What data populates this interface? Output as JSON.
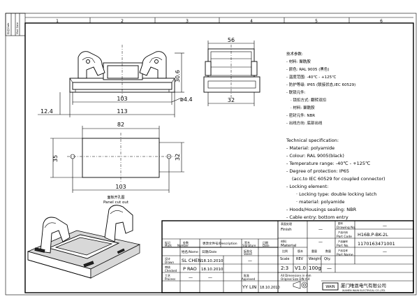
{
  "border": {
    "top_numbers": [
      "1",
      "2",
      "3",
      "4",
      "5",
      "6"
    ],
    "corner_labels": [
      "标记/Dafe",
      "Mod Date"
    ]
  },
  "dimensions": {
    "top_width_56": "56",
    "height_30_6": "30.6",
    "width_103_top": "103",
    "hole_4_4": "ø4.4",
    "width_113": "113",
    "offset_12_4": "12.4",
    "depth_32_top": "32",
    "cutout_82": "82",
    "cutout_35": "35",
    "cutout_32": "32",
    "cutout_103": "103",
    "panel_cutout_cn": "面板开孔图",
    "panel_cutout_en": "Panel cut out"
  },
  "specs_cn": [
    "技术参数:",
    "- 材料: 聚酰胺",
    "- 颜色: RAL 9005 (黑色)",
    "- 温度范围: -40℃ - +125℃",
    "- 防护等级: IP65 (联接状态,IEC 60529)",
    "- 联锁元件:",
    "· 锁扣方式: 翻转双扣",
    "· 材料: 聚酰胺",
    "- 密封元件: NBR",
    "- 出线方向: 底部出线"
  ],
  "specs_en": [
    "Technical specification:",
    "- Material: polyamide",
    "- Colour: RAL 9005(black)",
    "- Temperature range: -40℃ - +125℃",
    "- Degree of protection: IP65",
    "(acc.to IEC 60529 for coupled connector)",
    "- Locking element:",
    "· Locking type: double locking latch",
    "· material: polyamide",
    "- Hoods/Housings sealing: NBR",
    "- Cable entry: bottom entry"
  ],
  "title_block": {
    "mark_cn": "标记",
    "mark_en": "Mark",
    "qty_cn": "处数",
    "qty_en": "Number",
    "change_doc": "更改文件号/Description",
    "sign_cn": "签名",
    "sign_en": "Signature",
    "date_cn": "日期",
    "date_en": "Date",
    "name_label": "姓名/Name",
    "date_label": "日期/Date",
    "drawn_cn": "设计",
    "drawn_en": "Drawn",
    "drawn_name": "SL CHEN",
    "drawn_date": "18.10.2010",
    "checked_cn": "审核",
    "checked_en": "Checked",
    "checked_name": "P RAO",
    "checked_date": "18.10.2010",
    "process_cn": "工艺",
    "process_en": "Process",
    "process_name": "—",
    "process_date": "—",
    "std_cn": "标准化",
    "std_en": "Stand",
    "std_value": "—",
    "approved_cn": "批准",
    "approved_en": "Approved",
    "approved_name": "YY LIN",
    "approved_date": "18.10.2010",
    "finish_cn": "表面处理",
    "finish_en": "Finish",
    "finish_value": "—",
    "material_cn": "材料",
    "material_en": "Material",
    "material_value": "—",
    "scale_cn": "比例",
    "scale_en": "Scale",
    "scale_value": "2:3",
    "rev_cn": "版本",
    "rev_en": "REV",
    "rev_value": "V1.0",
    "weight_cn": "重量",
    "weight_en": "Weight",
    "weight_value": "100g",
    "qty2_cn": "数量",
    "qty2_en": "Qty.",
    "qty2_value": "—",
    "drawing_no_cn": "图号",
    "drawing_no_en": "Drawing No.",
    "drawing_no_value": "—",
    "part_code_cn": "产品代码",
    "part_code_en": "Part Code",
    "part_code_value": "H16B.P-BK-2L",
    "part_no_cn": "产品编号",
    "part_no_en": "Part No.",
    "part_no_value": "1170163471001",
    "part_name_cn": "产品名称",
    "part_name_en": "Part Name",
    "part_name_value": "—",
    "dims_note_1": "All Dimensions in mm",
    "dims_note_2": "Original Size DIN A 4",
    "company_cn": "厦门唯恩电气有限公司",
    "company_en": "XIAMEN WAIN ELECTRICAL CO.,LTD.",
    "logo_text": "WAIN"
  },
  "colors": {
    "line": "#000000",
    "paper": "#ffffff",
    "shade": "#d8d8d8"
  }
}
